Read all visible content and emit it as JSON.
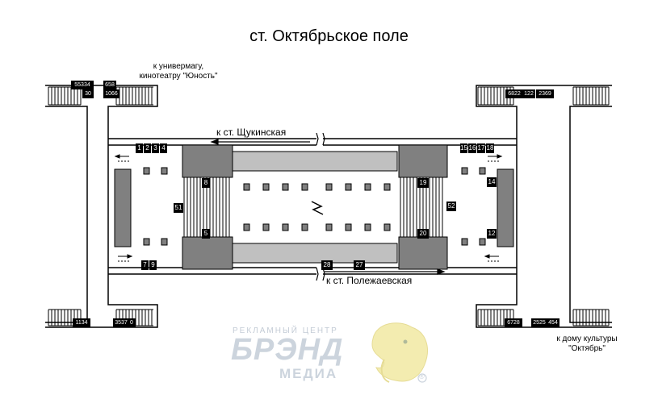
{
  "title": "ст. Октябрьское поле",
  "notes": {
    "top_left": [
      "к универмагу,",
      "кинотеатру \"Юность\""
    ],
    "bottom_right": [
      "к дому культуры",
      "\"Октябрь\""
    ]
  },
  "directions": {
    "top": "к ст. Щукинская",
    "bottom": "к ст. Полежаевская"
  },
  "codes": {
    "tl_a": "55334",
    "tl_b": "658",
    "tl_c": "30",
    "tl_d": "1066",
    "tr_a": "6822",
    "tr_b": "122",
    "tr_c": "2369",
    "bl_a": "1134",
    "bl_b": "3537",
    "bl_c": "0",
    "br_a": "6728",
    "br_b": "2525",
    "br_c": "454"
  },
  "exits": {
    "e1": "1",
    "e2": "2",
    "e3": "3",
    "e4": "4",
    "e5": "5",
    "e7": "7",
    "e8": "8",
    "e9": "9",
    "e12": "12",
    "e14": "14",
    "e15": "15",
    "e16": "16",
    "e17": "17",
    "e18": "18",
    "e19": "19",
    "e20": "20",
    "e27": "27",
    "e28": "28",
    "e51": "51",
    "e52": "52"
  },
  "logo": {
    "top": "РЕКЛАМНЫЙ ЦЕНТР",
    "main": "БРЭНД",
    "sub": "МЕДИА",
    "mark": "®"
  },
  "colors": {
    "dark_block": "#808080",
    "light_block": "#c0c0c0",
    "line": "#000000",
    "logo_grey": "#ccd4dd",
    "logo_yellow": "#f3ecb0"
  }
}
